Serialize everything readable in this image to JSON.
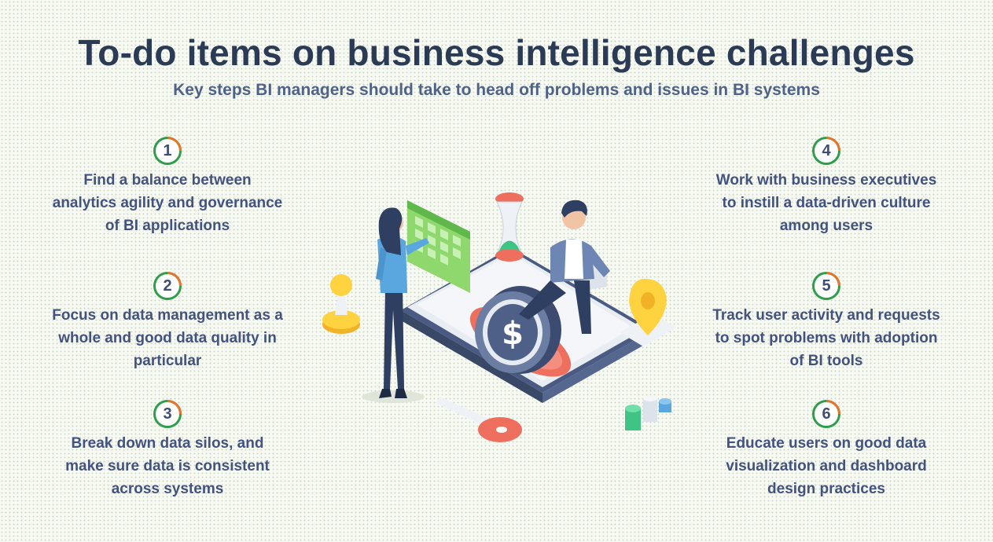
{
  "title": "To-do items on business intelligence challenges",
  "subtitle": "Key steps BI managers should take to head off problems and issues in BI systems",
  "items": [
    {
      "number": "1",
      "text": "Find a balance between\nanalytics agility and governance\nof BI applications"
    },
    {
      "number": "2",
      "text": "Focus on data management as a\nwhole and good data quality in\nparticular"
    },
    {
      "number": "3",
      "text": "Break down data silos, and\nmake sure data is consistent\nacross systems"
    },
    {
      "number": "4",
      "text": "Work with business executives\nto instill a data-driven culture\namong users"
    },
    {
      "number": "5",
      "text": "Track user activity and requests\nto spot problems with adoption\nof BI tools"
    },
    {
      "number": "6",
      "text": "Educate users on good  data\nvisualization and dashboard\ndesign practices"
    }
  ],
  "colors": {
    "title": "#2b3a55",
    "subtitle": "#4f6288",
    "item_text": "#43527e",
    "badge_green": "#2e9e4a",
    "badge_orange": "#e8742b"
  }
}
